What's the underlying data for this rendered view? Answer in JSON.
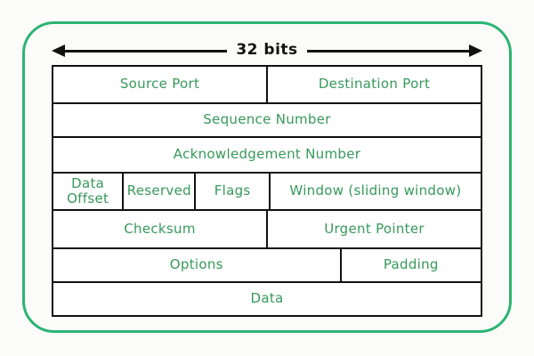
{
  "diagram": {
    "width_label": "32 bits",
    "field_rows": [
      {
        "cells": [
          {
            "label": "Source Port"
          },
          {
            "label": "Destination Port"
          }
        ]
      },
      {
        "cells": [
          {
            "label": "Sequence Number"
          }
        ]
      },
      {
        "cells": [
          {
            "label": "Acknowledgement Number"
          }
        ]
      },
      {
        "cells": [
          {
            "label": "Data Offset"
          },
          {
            "label": "Reserved"
          },
          {
            "label": "Flags"
          },
          {
            "label": "Window (sliding window)"
          }
        ]
      },
      {
        "cells": [
          {
            "label": "Checksum"
          },
          {
            "label": "Urgent Pointer"
          }
        ]
      },
      {
        "cells": [
          {
            "label": "Options"
          },
          {
            "label": "Padding"
          }
        ]
      },
      {
        "cells": [
          {
            "label": "Data"
          }
        ]
      }
    ],
    "colors": {
      "field_text_green": "#37995a",
      "frame_border_green": "#2bb573",
      "line_black": "#111111"
    }
  }
}
